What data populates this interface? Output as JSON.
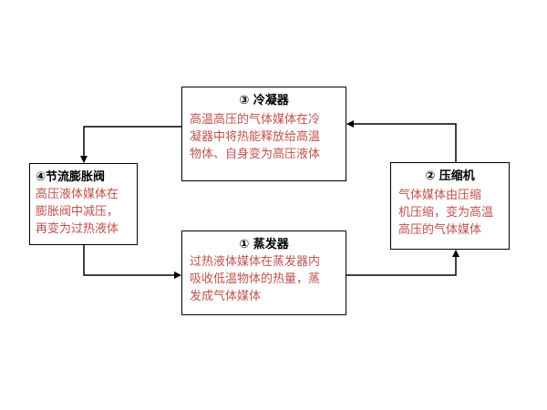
{
  "boxes": {
    "condenser": {
      "title": "③ 冷凝器",
      "lines": [
        "高温高压的气体媒体在冷",
        "凝器中将热能释放给高温",
        "物体、自身变为高压液体"
      ]
    },
    "throttle": {
      "title": "④节流膨胀阀",
      "lines": [
        "高压液体媒体在",
        "膨胀阀中减压，",
        "再变为过热液体"
      ]
    },
    "evaporator": {
      "title": "① 蒸发器",
      "lines": [
        "过热液体媒体在蒸发器内",
        "吸收低温物体的热量，蒸",
        "发成气体媒体"
      ]
    },
    "compressor": {
      "title": "② 压缩机",
      "lines": [
        "气体媒体由压缩",
        "机压缩，变为高温",
        "高压的气体媒体"
      ]
    }
  },
  "colors": {
    "description": "#c0504d",
    "border": "#000000"
  }
}
